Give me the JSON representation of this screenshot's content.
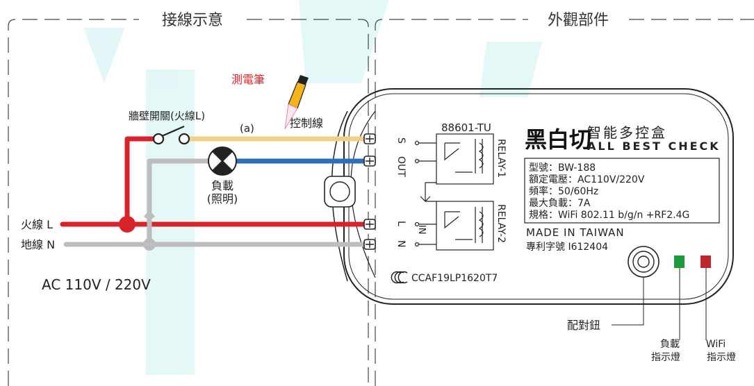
{
  "sections": {
    "wiring": "接線示意",
    "parts": "外觀部件"
  },
  "wiring": {
    "tester_label": "測電筆",
    "wall_switch": "牆壁開關(火線L)",
    "point_a": "(a)",
    "control_wire": "控制線",
    "load_line1": "負載",
    "load_line2": "(照明)",
    "live_label": "火線 L",
    "neutral_label": "地線 N",
    "voltage": "AC 110V / 220V"
  },
  "device": {
    "model_code": "88601-TU",
    "left_terminal_s": "S",
    "left_terminal_out": "OUT",
    "left_terminal_l": "L",
    "left_terminal_n": "N",
    "in_label": "IN",
    "relay1": "RELAY-1",
    "relay2": "RELAY-2",
    "brand_logo": "黑白切",
    "brand_cn": "智能多控盒",
    "brand_en": "ALL BEST CHECK",
    "specs": [
      "型號：BW-188",
      "額定電壓：AC110V/220V",
      "頻率：50/60Hz",
      "最大負載：7A",
      "規格：WiFi 802.11 b/g/n  +RF2.4G"
    ],
    "made_in": "MADE IN TAIWAN",
    "patent": "專利字號 I612404",
    "ncc": "CCAF19LP1620T7"
  },
  "callouts": {
    "pair_button": "配對鈕",
    "load_led_1": "負載",
    "load_led_2": "指示燈",
    "wifi_led_1": "WiFi",
    "wifi_led_2": "指示燈"
  },
  "colors": {
    "live": "#d9222a",
    "neutral": "#bdbdbd",
    "control": "#f2cf86",
    "output": "#2f6fb8",
    "led_green": "#1d9a3c",
    "led_red": "#c0272d",
    "tester_label": "#d9222a"
  }
}
